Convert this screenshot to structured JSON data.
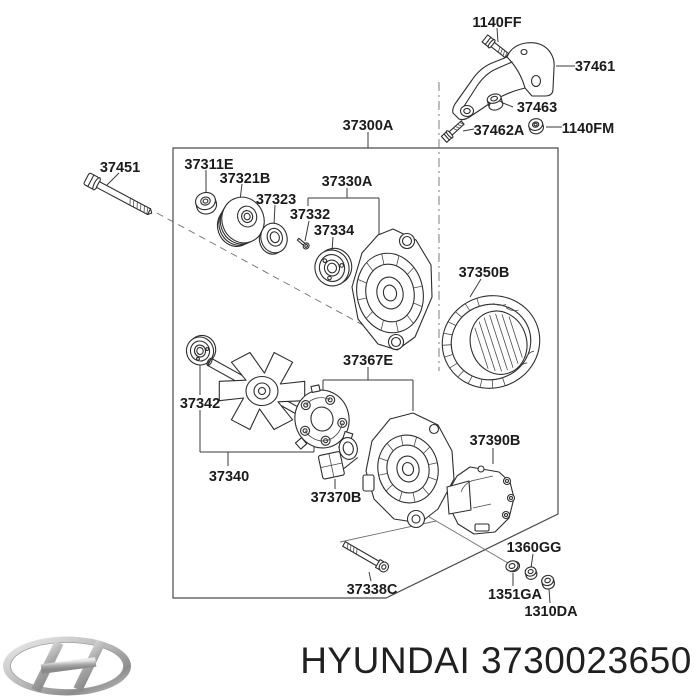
{
  "page": {
    "background": "#ffffff",
    "line_color": "#2e2e2e",
    "label_color": "#1b1b1b"
  },
  "diagram": {
    "type": "exploded-parts-diagram",
    "product": "alternator assembly",
    "labels": {
      "l1140ff": "1140FF",
      "l37461": "37461",
      "l37463": "37463",
      "l37462a": "37462A",
      "l1140fm": "1140FM",
      "l37300a": "37300A",
      "l37451": "37451",
      "l37311e": "37311E",
      "l37321b": "37321B",
      "l37323": "37323",
      "l37330a": "37330A",
      "l37332": "37332",
      "l37334": "37334",
      "l37350b": "37350B",
      "l37342": "37342",
      "l37340": "37340",
      "l37367e": "37367E",
      "l37370b": "37370B",
      "l37390b": "37390B",
      "l37338c": "37338C",
      "l1360gg": "1360GG",
      "l1351ga": "1351GA",
      "l1310da": "1310DA"
    }
  },
  "footer": {
    "logo": "hyundai-logo",
    "caption": "HYUNDAI 3730023650",
    "caption_color": "#202020",
    "logo_silver": "#b9b9b9"
  }
}
